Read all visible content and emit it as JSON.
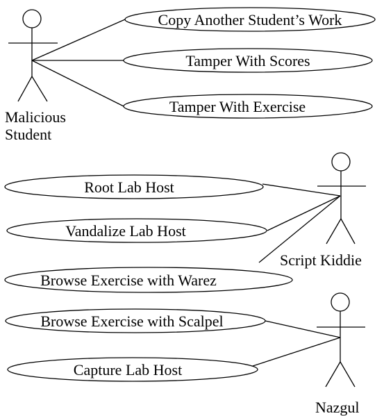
{
  "actors": [
    {
      "id": "malicious_student",
      "label_lines": [
        "Malicious",
        "Student"
      ]
    },
    {
      "id": "script_kiddie",
      "label_lines": [
        "Script Kiddie"
      ]
    },
    {
      "id": "nazgul",
      "label_lines": [
        "Nazgul"
      ]
    }
  ],
  "use_cases": [
    {
      "id": "copy_work",
      "label": "Copy Another Student’s Work"
    },
    {
      "id": "tamper_scores",
      "label": "Tamper With Scores"
    },
    {
      "id": "tamper_exercise",
      "label": "Tamper With Exercise"
    },
    {
      "id": "root_lab_host",
      "label": "Root Lab Host"
    },
    {
      "id": "vandalize_lab_host",
      "label": "Vandalize Lab Host"
    },
    {
      "id": "browse_warez",
      "label": "Browse Exercise with Warez"
    },
    {
      "id": "browse_scalpel",
      "label": "Browse Exercise with Scalpel"
    },
    {
      "id": "capture_lab_host",
      "label": "Capture Lab Host"
    }
  ],
  "associations": [
    {
      "actor": "malicious_student",
      "use_case": "copy_work"
    },
    {
      "actor": "malicious_student",
      "use_case": "tamper_scores"
    },
    {
      "actor": "malicious_student",
      "use_case": "tamper_exercise"
    },
    {
      "actor": "script_kiddie",
      "use_case": "root_lab_host"
    },
    {
      "actor": "script_kiddie",
      "use_case": "vandalize_lab_host"
    },
    {
      "actor": "script_kiddie",
      "use_case": "browse_warez"
    },
    {
      "actor": "nazgul",
      "use_case": "browse_scalpel"
    },
    {
      "actor": "nazgul",
      "use_case": "capture_lab_host"
    }
  ]
}
